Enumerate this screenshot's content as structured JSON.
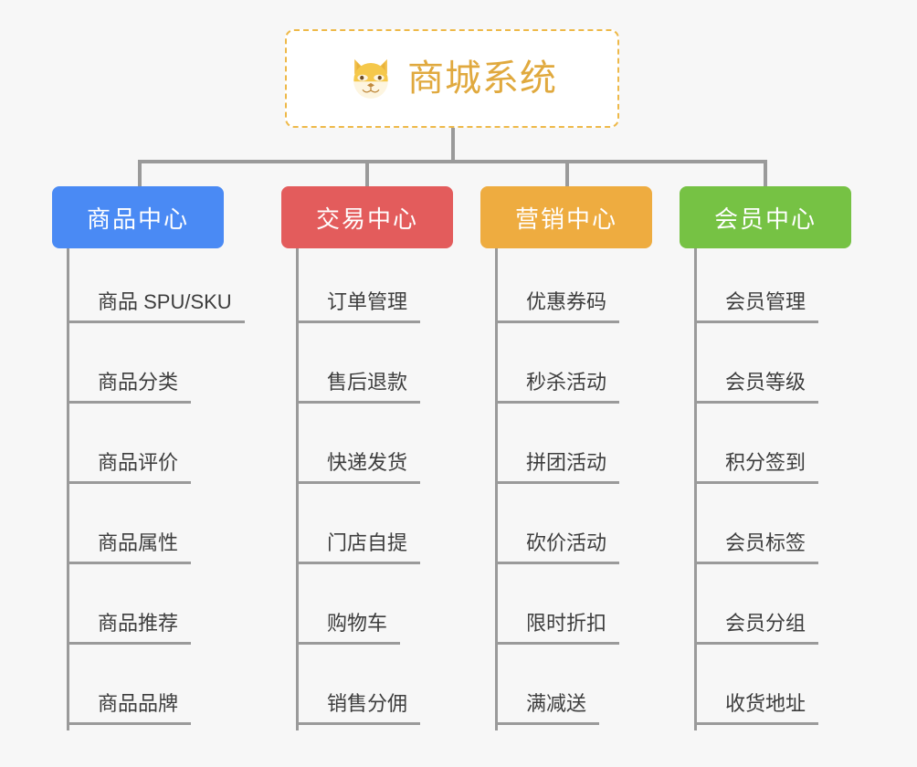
{
  "diagram": {
    "type": "mindmap",
    "background_color": "#f7f7f7",
    "connector_color": "#9a9a9a"
  },
  "root": {
    "title": "商城系统",
    "icon": "shiba-dog-face-icon",
    "text_color": "#e0a93e",
    "border_color": "#eeb949",
    "background_color": "#ffffff"
  },
  "categories": [
    {
      "label": "商品中心",
      "color": "#4a8af4",
      "items": [
        {
          "label": "商品 SPU/SKU"
        },
        {
          "label": "商品分类"
        },
        {
          "label": "商品评价"
        },
        {
          "label": "商品属性"
        },
        {
          "label": "商品推荐"
        },
        {
          "label": "商品品牌"
        }
      ]
    },
    {
      "label": "交易中心",
      "color": "#e35c5c",
      "items": [
        {
          "label": "订单管理"
        },
        {
          "label": "售后退款"
        },
        {
          "label": "快递发货"
        },
        {
          "label": "门店自提"
        },
        {
          "label": "购物车"
        },
        {
          "label": "销售分佣"
        }
      ]
    },
    {
      "label": "营销中心",
      "color": "#eeac40",
      "items": [
        {
          "label": "优惠券码"
        },
        {
          "label": "秒杀活动"
        },
        {
          "label": "拼团活动"
        },
        {
          "label": "砍价活动"
        },
        {
          "label": "限时折扣"
        },
        {
          "label": "满减送"
        }
      ]
    },
    {
      "label": "会员中心",
      "color": "#76c244",
      "items": [
        {
          "label": "会员管理"
        },
        {
          "label": "会员等级"
        },
        {
          "label": "积分签到"
        },
        {
          "label": "会员标签"
        },
        {
          "label": "会员分组"
        },
        {
          "label": "收货地址"
        }
      ]
    }
  ]
}
